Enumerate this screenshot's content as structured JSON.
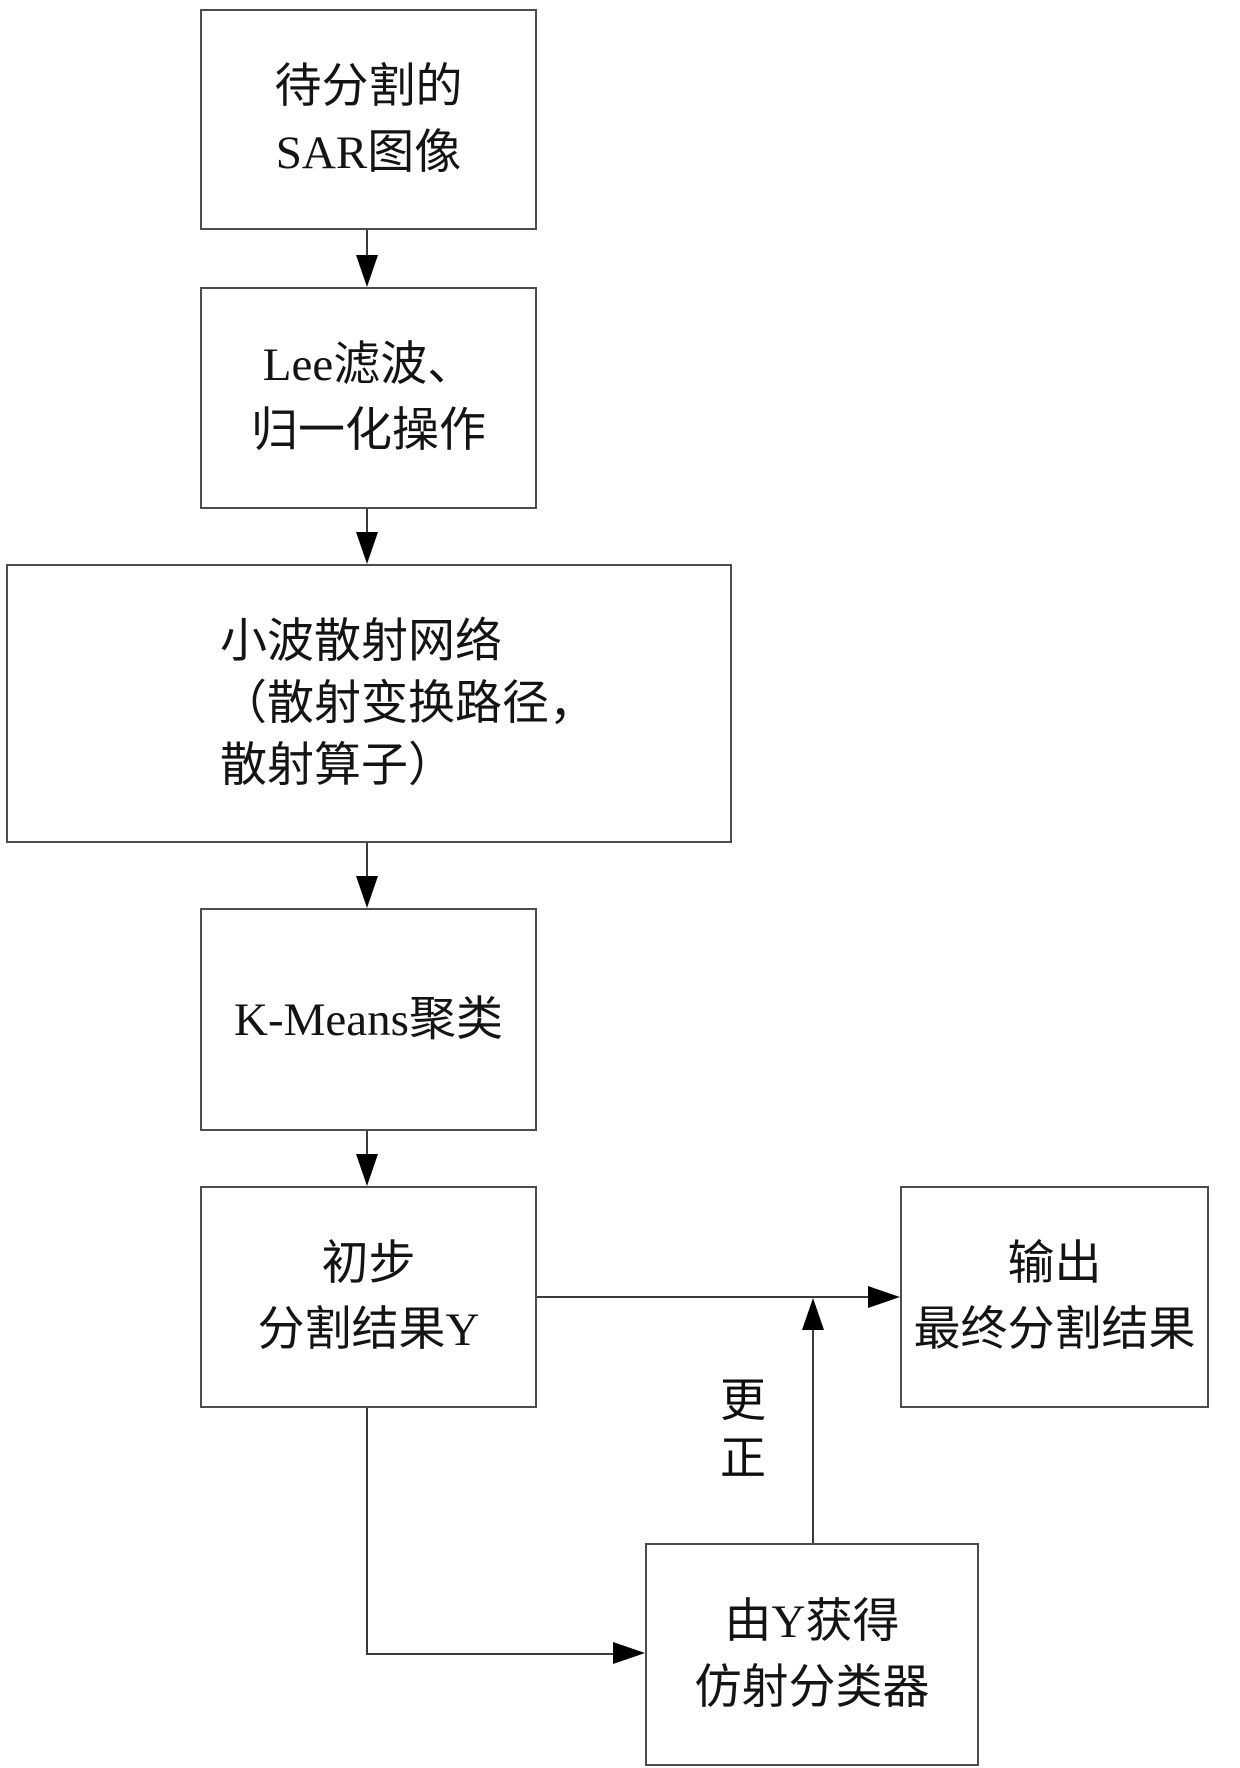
{
  "diagram": {
    "title": "SAR image segmentation flowchart",
    "nodes": [
      {
        "id": "sar-image",
        "lines": [
          "待分割的",
          "SAR图像"
        ]
      },
      {
        "id": "lee-filter",
        "lines": [
          "Lee滤波、",
          "归一化操作"
        ]
      },
      {
        "id": "wavelet-scatter",
        "lines": [
          "小波散射网络",
          "（散射变换路径，",
          "散射算子）"
        ]
      },
      {
        "id": "kmeans",
        "lines": [
          "K-Means聚类"
        ]
      },
      {
        "id": "prelim-result",
        "lines": [
          "初步",
          "分割结果Y"
        ]
      },
      {
        "id": "final-output",
        "lines": [
          "输出",
          "最终分割结果"
        ]
      },
      {
        "id": "affine-classifier",
        "lines": [
          "由Y获得",
          "仿射分类器"
        ]
      }
    ],
    "edge_label": "更正",
    "colors": {
      "background": "#ffffff",
      "box_border": "#4d4d4d",
      "connector_line": "#3a3a3a",
      "arrowhead": "#000000",
      "text": "#141414"
    }
  }
}
